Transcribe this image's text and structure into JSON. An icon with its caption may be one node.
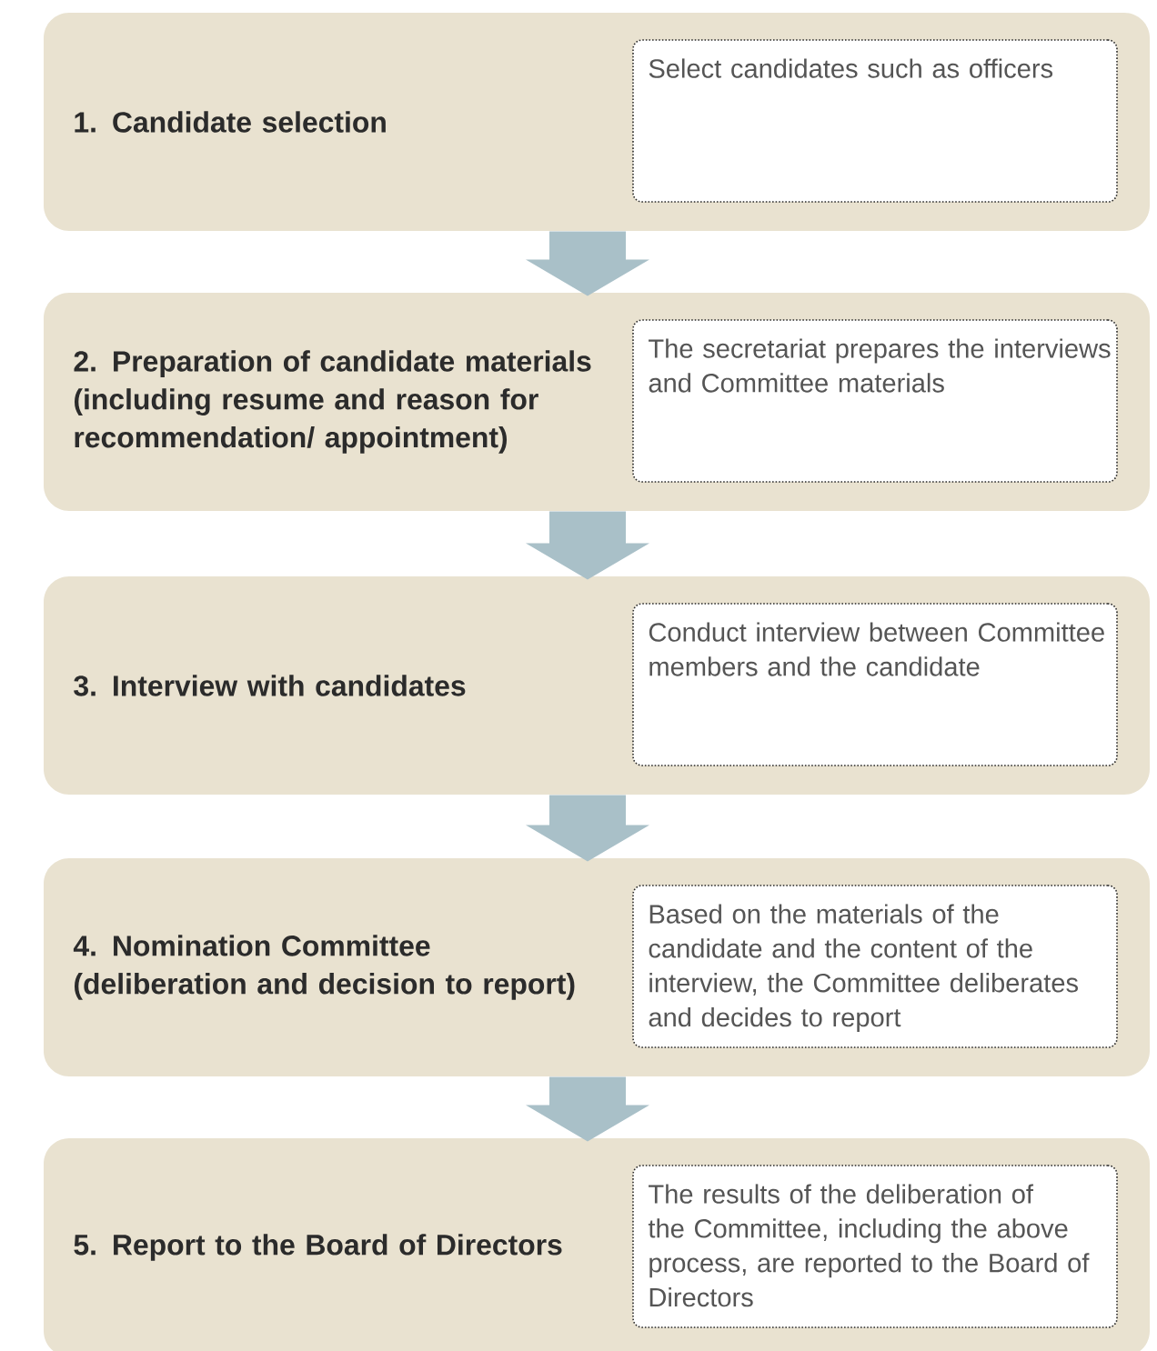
{
  "diagram": {
    "nodes": [
      {
        "text": [
          "1. Candidate selection"
        ]
      },
      {
        "text": [
          "Select candidates such as officers"
        ],
        "in": 0
      },
      {
        "text": [
          "2. Preparation of candidate materials (including resume and reason for recommendation/ appointment)"
        ]
      },
      {
        "text": [
          "The secretariat prepares the interviews and Committee materials"
        ],
        "in": 2
      },
      {
        "text": [
          "3. Interview with candidates"
        ]
      },
      {
        "text": [
          "Conduct interview between Committee members and the candidate"
        ],
        "in": 4
      },
      {
        "text": [
          "4. Nomination Committee (deliberation and decision to report)"
        ]
      },
      {
        "text": [
          "Based on the materials of the candidate and the content of the interview, the Committee deliberates and decides to report"
        ],
        "in": 6
      },
      {
        "text": [
          "5. Report to the Board of Directors"
        ]
      },
      {
        "text": [
          "The results of the deliberation of the Committee, including the above process, are reported to the Board of Directors"
        ],
        "in": 8
      }
    ],
    "edges": [
      {
        "from": 0,
        "to": 2,
        "arrow": "to"
      },
      {
        "from": 2,
        "to": 4,
        "arrow": "to"
      },
      {
        "from": 4,
        "to": 6,
        "arrow": "to"
      },
      {
        "from": 6,
        "to": 8,
        "arrow": "to"
      }
    ]
  }
}
